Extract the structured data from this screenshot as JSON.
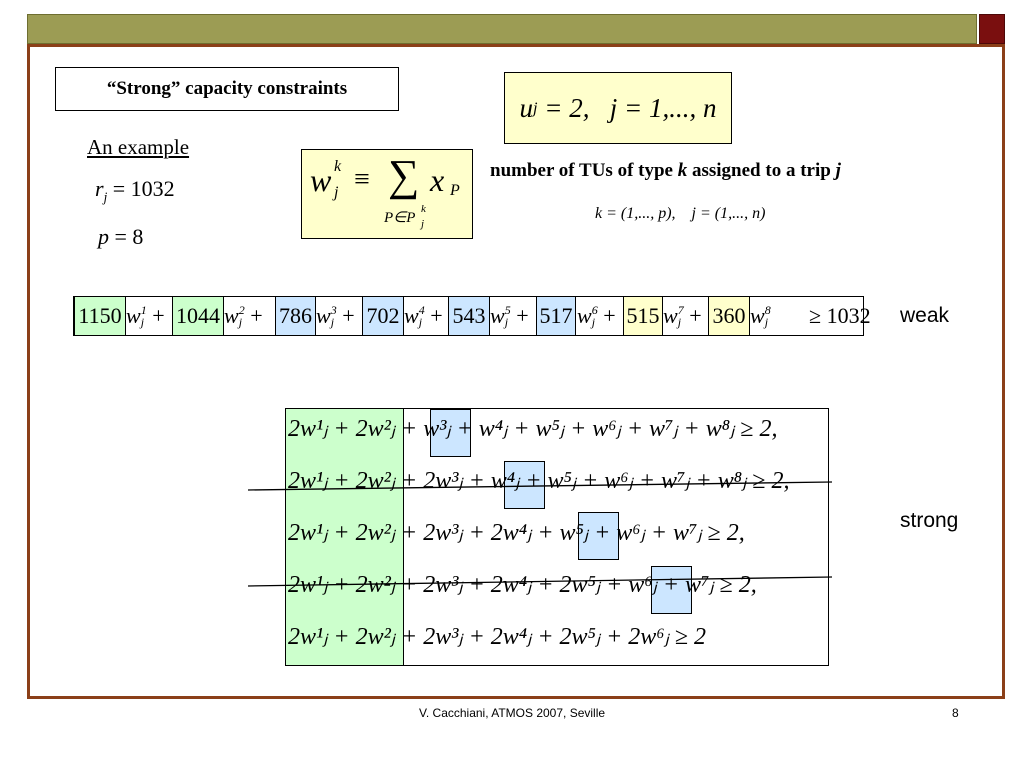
{
  "slide": {
    "title": "“Strong” capacity constraints",
    "u_formula": {
      "lhs": "u",
      "sub": "j",
      "rest": " = 2,   j = 1,..., n"
    },
    "example_label": "An example",
    "r_label": "r",
    "r_sub": "j",
    "r_value": " = 1032",
    "p_label": "p",
    "p_value": " = 8",
    "w_def": {
      "w": "w",
      "k": "k",
      "j": "j",
      "equiv": "≡",
      "sum": "∑",
      "x": "x",
      "P": "P",
      "under": "P∈P",
      "under_k": "k",
      "under_j": "j"
    },
    "description_prefix": "number of TUs of type ",
    "description_k": "k",
    "description_mid": " assigned to a trip ",
    "description_j": "j",
    "index_line": "k = (1,..., p),    j = (1,..., n)",
    "weak_label": "weak",
    "strong_label": "strong",
    "footer": "V. Cacchiani, ATMOS 2007, Seville",
    "page_number": "8"
  },
  "weak_constraint": {
    "coefficients": [
      "1150",
      "1044",
      "786",
      "702",
      "543",
      "517",
      "515",
      "360"
    ],
    "coefficient_colors": [
      "#ccffcc",
      "#ccffcc",
      "#cce6ff",
      "#cce6ff",
      "#cce6ff",
      "#cce6ff",
      "#ffffcc",
      "#ffffcc"
    ],
    "rhs": "≥ 1032"
  },
  "strong_constraints": [
    "2w¹ⱼ + 2w²ⱼ + w³ⱼ + w⁴ⱼ + w⁵ⱼ + w⁶ⱼ + w⁷ⱼ + w⁸ⱼ ≥ 2,",
    "2w¹ⱼ + 2w²ⱼ + 2w³ⱼ + w⁴ⱼ + w⁵ⱼ + w⁶ⱼ + w⁷ⱼ + w⁸ⱼ ≥ 2,",
    "2w¹ⱼ + 2w²ⱼ + 2w³ⱼ + 2w⁴ⱼ + w⁵ⱼ + w⁶ⱼ + w⁷ⱼ ≥ 2,",
    "2w¹ⱼ + 2w²ⱼ + 2w³ⱼ + 2w⁴ⱼ + 2w⁵ⱼ + w⁶ⱼ + w⁷ⱼ ≥ 2,",
    "2w¹ⱼ + 2w²ⱼ + 2w³ⱼ + 2w⁴ⱼ + 2w⁵ⱼ + 2w⁶ⱼ ≥ 2"
  ]
}
